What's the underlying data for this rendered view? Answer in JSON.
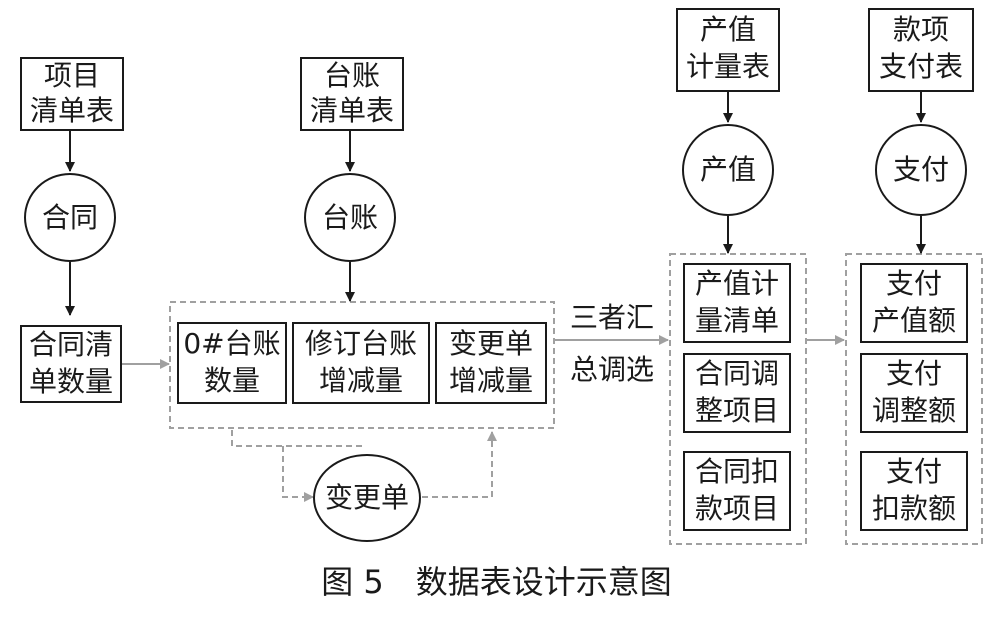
{
  "colors": {
    "stroke": "#1a1a1a",
    "dashed": "#a0a0a0"
  },
  "nodes": {
    "project_list": [
      "项目",
      "清单表"
    ],
    "contract": "合同",
    "contract_quantity": [
      "合同清",
      "单数量"
    ],
    "ledger_list": [
      "台账",
      "清单表"
    ],
    "ledger": "台账",
    "ledger0_quantity": [
      "0#台账",
      "数量"
    ],
    "revised_ledger": [
      "修订台账",
      "增减量"
    ],
    "change_order_delta": [
      "变更单",
      "增减量"
    ],
    "change_order": "变更单",
    "summary_label": [
      "三者汇",
      "总调选"
    ],
    "output_measure_table": [
      "产值",
      "计量表"
    ],
    "output_value": "产值",
    "output_measure_list": [
      "产值计",
      "量清单"
    ],
    "contract_adjust_items": [
      "合同调",
      "整项目"
    ],
    "contract_deduct_items": [
      "合同扣",
      "款项目"
    ],
    "payment_table": [
      "款项",
      "支付表"
    ],
    "payment": "支付",
    "payment_output_amount": [
      "支付",
      "产值额"
    ],
    "payment_adjust_amount": [
      "支付",
      "调整额"
    ],
    "payment_deduct_amount": [
      "支付",
      "扣款额"
    ]
  },
  "caption": "图 5　数据表设计示意图"
}
